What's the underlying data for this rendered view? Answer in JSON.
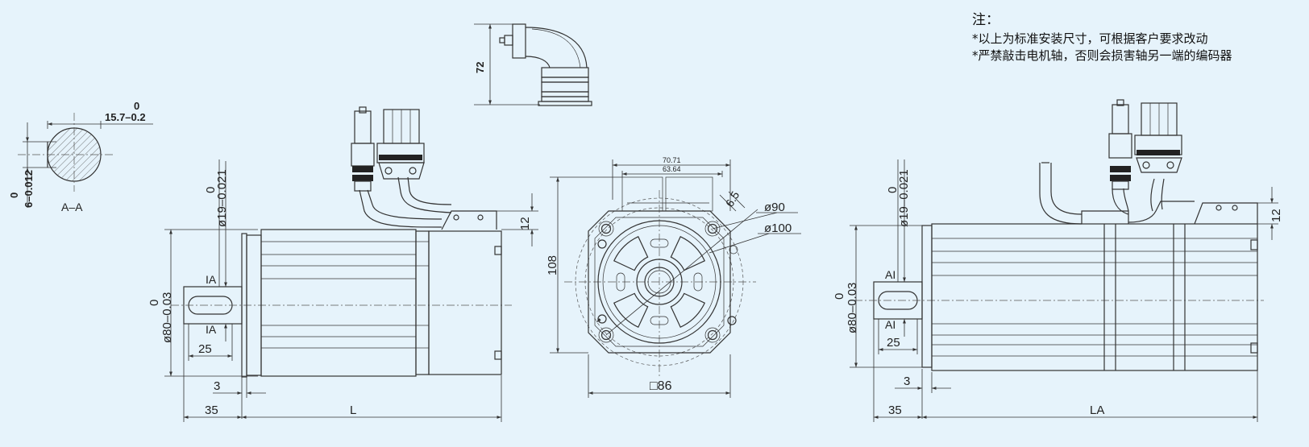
{
  "notes": {
    "title": "注：",
    "lines": [
      "*以上为标准安装尺寸，可根据客户要求改动",
      "*严禁敲击电机轴，否则会损害轴另一端的编码器"
    ]
  },
  "section_view": {
    "label": "A–A",
    "keyway_width": "15.7–0.2",
    "keyway_width_tol": "0",
    "key_dim": "6–0.012",
    "key_dim_tol": "0"
  },
  "connector_view": {
    "height": "72"
  },
  "side_view_left": {
    "shaft_dia": "ø19–0.021",
    "shaft_dia_tol": "0",
    "body_dia": "ø80–0.03",
    "body_dia_tol": "0",
    "connector_height": "12",
    "key_length": "25",
    "flange_thickness": "3",
    "shaft_length": "35",
    "body_length": "L",
    "section_mark_top": "IA",
    "section_mark_bottom": "IA"
  },
  "front_view": {
    "width_outer": "70.71",
    "width_inner": "63.64",
    "height": "108",
    "hole_size": "6.5",
    "pcd": "ø90",
    "pilot": "ø100",
    "square": "86",
    "square_symbol": "□"
  },
  "side_view_right": {
    "shaft_dia": "ø19–0.021",
    "shaft_dia_tol": "0",
    "body_dia": "ø80–0.03",
    "body_dia_tol": "0",
    "connector_height": "12",
    "key_length": "25",
    "flange_thickness": "3",
    "shaft_length": "35",
    "body_length": "LA",
    "section_mark_top": "AI",
    "section_mark_bottom": "AI"
  }
}
